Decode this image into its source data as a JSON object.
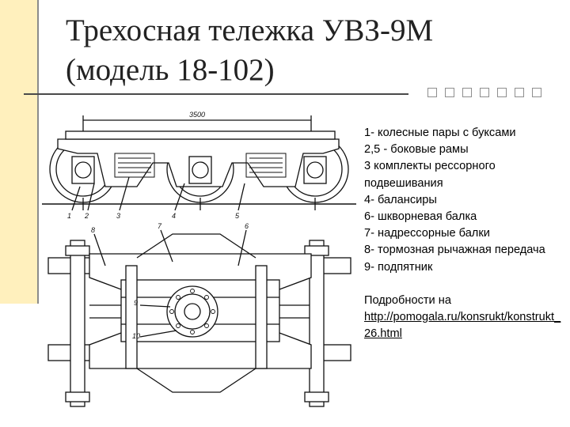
{
  "slide": {
    "title_line1": "Трехосная тележка УВЗ-9М",
    "title_line2": "(модель 18-102)"
  },
  "drawing": {
    "dimension_label": "3500",
    "part_numbers_side": [
      "1",
      "2",
      "3",
      "4",
      "5"
    ],
    "part_numbers_top": [
      "8",
      "7",
      "6",
      "9",
      "10"
    ]
  },
  "legend": {
    "items": [
      "1- колесные пары с буксами",
      "2,5 - боковые рамы",
      "3 комплекты рессорного подвешивания",
      "4-  балансиры",
      "6- шкворневая балка",
      "7- надрессорные балки",
      "8- тормозная рычажная передача",
      "9- подпятник"
    ],
    "details_label": "Подробности на",
    "details_link": "http://pomogala.ru/konsrukt/konstrukt_26.html"
  },
  "colors": {
    "accent_band": "#fff0bd",
    "rule": "#4a4a4a",
    "deco_square_border": "#8e8e8e"
  }
}
